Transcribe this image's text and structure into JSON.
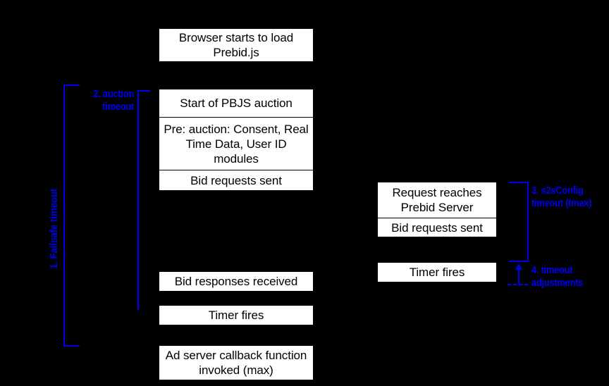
{
  "diagram": {
    "title": "Prebid timeout sequence diagram",
    "background_color": "#000000",
    "box_fill": "#ffffff",
    "box_text_color": "#000000",
    "annotation_color": "#0000ee"
  },
  "client_flow": {
    "boxes": [
      {
        "id": "browser-load",
        "label": "Browser starts to load Prebid.js"
      },
      {
        "id": "auction-start",
        "label": "Start of PBJS auction"
      },
      {
        "id": "pre-auction",
        "label": "Pre: auction: Consent, Real Time Data, User ID modules"
      },
      {
        "id": "bid-requests-sent",
        "label": "Bid requests sent"
      },
      {
        "id": "bid-responses-received",
        "label": "Bid responses received"
      },
      {
        "id": "timer-fires",
        "label": "Timer fires"
      },
      {
        "id": "ad-server-callback",
        "label": "Ad server callback function invoked (max)"
      }
    ]
  },
  "server_flow": {
    "boxes": [
      {
        "id": "request-reaches-server",
        "label": "Request reaches Prebid Server"
      },
      {
        "id": "server-bid-requests-sent",
        "label": "Bid requests sent"
      },
      {
        "id": "server-timer-fires",
        "label": "Timer fires"
      }
    ]
  },
  "annotations": [
    {
      "id": "failsafe",
      "label": "1. Failsafe timeout",
      "orientation": "vertical"
    },
    {
      "id": "auction-timeout",
      "label": "2. auction\ntimeout",
      "orientation": "horizontal"
    },
    {
      "id": "s2sconfig-timeout",
      "label": "3. s2sConfig\ntimeout (tmax)",
      "orientation": "horizontal"
    },
    {
      "id": "timeout-adjustments",
      "label": "4. timeout\nadjustments",
      "orientation": "horizontal"
    }
  ]
}
